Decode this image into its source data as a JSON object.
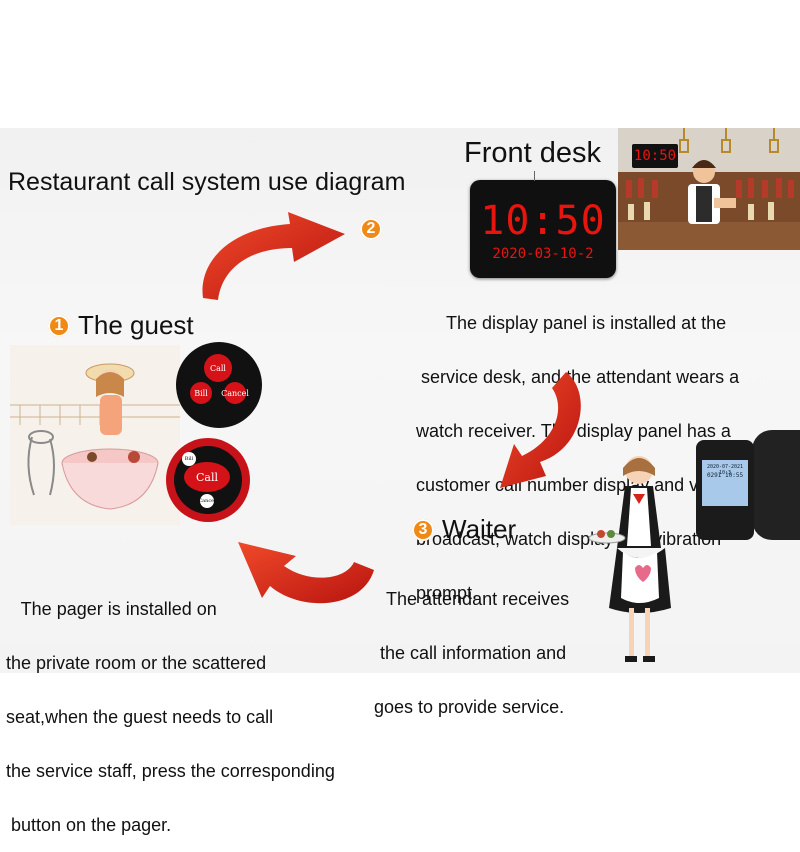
{
  "title": "Restaurant call system use diagram",
  "front_desk": {
    "heading": "Front desk",
    "panel_time": "10:50",
    "panel_date": "2020-03-10-2",
    "mini_panel_time": "10:50",
    "description_lines": [
      "The display panel is installed at the",
      "service desk, and the attendant wears a",
      "watch receiver. The display panel has a",
      "customer call number display and voice",
      "broadcast, watch display and vibration",
      "prompt."
    ]
  },
  "steps": [
    {
      "number": "1",
      "label": "The guest"
    },
    {
      "number": "2",
      "label": ""
    },
    {
      "number": "3",
      "label": "Waiter"
    }
  ],
  "guest": {
    "description_lines": [
      "   The pager is installed on",
      "the private room or the scattered",
      "seat,when the guest needs to call",
      "the service staff, press the corresponding",
      " button on the pager."
    ],
    "pager_small_buttons": [
      "Call",
      "Bill",
      "Cancel"
    ],
    "pager_large_buttons": [
      "Call",
      "Bill",
      "Cancel"
    ]
  },
  "waiter": {
    "description_lines": [
      "The attendant receives",
      "the call information and",
      "goes to provide service."
    ]
  },
  "watch": {
    "screen_line1": "2020-07-2021 10:3",
    "screen_line2": "0291 10:55"
  },
  "colors": {
    "arrow_red": "#d6231a",
    "badge_orange": "#f08a16",
    "led_red": "#e8150f"
  }
}
